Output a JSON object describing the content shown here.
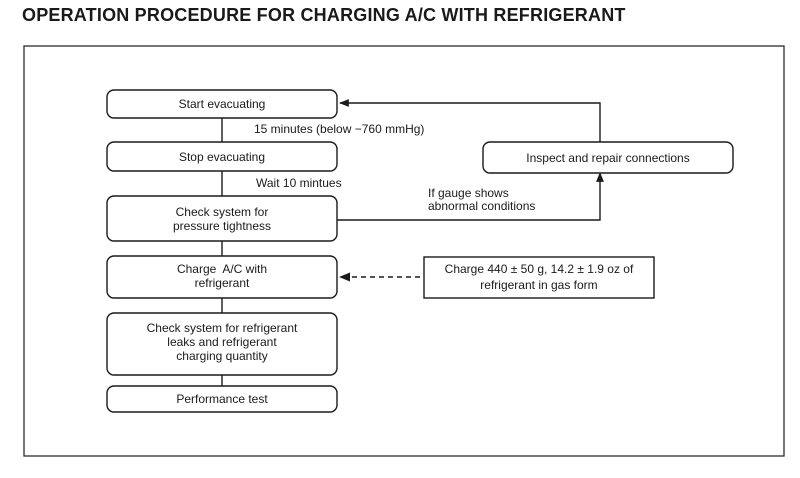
{
  "title": "OPERATION PROCEDURE FOR CHARGING A/C WITH REFRIGERANT",
  "steps": {
    "start": "Start evacuating",
    "stop": "Stop evacuating",
    "check_pressure": [
      "Check system for",
      "pressure tightness"
    ],
    "charge": [
      "Charge  A/C with",
      "refrigerant"
    ],
    "check_leaks": [
      "Check system for refrigerant",
      "leaks and refrigerant",
      "charging quantity"
    ],
    "performance": "Performance test",
    "inspect": "Inspect and repair connections"
  },
  "labels": {
    "minutes": "15 minutes (below −760 mmHg)",
    "wait": "Wait 10 mintues",
    "gauge": [
      "If gauge shows",
      "abnormal conditions"
    ]
  },
  "note": [
    "Charge 440 ± 50 g, 14.2 ± 1.9 oz of",
    "refrigerant in gas form"
  ]
}
